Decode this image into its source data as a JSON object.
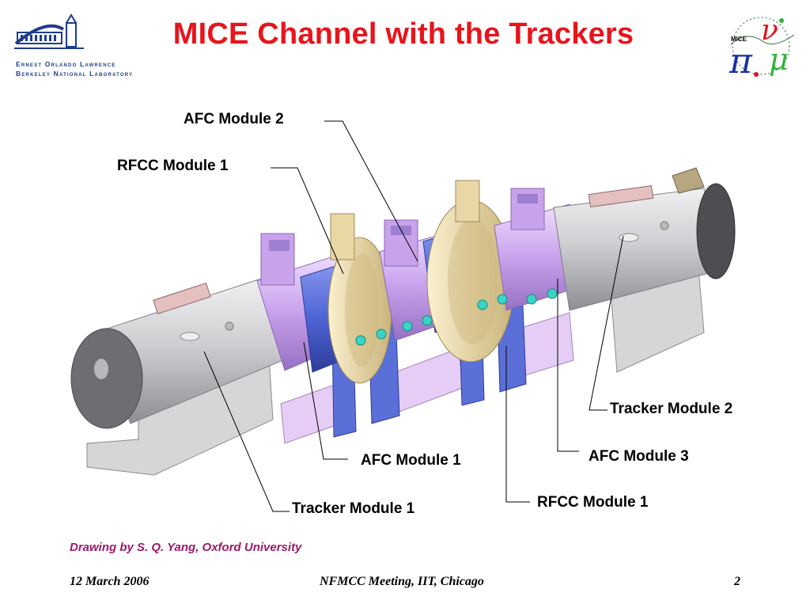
{
  "slide": {
    "title": "MICE Channel with the Trackers",
    "page_number": "2"
  },
  "logos": {
    "lbnl": {
      "icon": "lbnl-building-icon",
      "line1": "Ernest Orlando Lawrence",
      "line2": "Berkeley National Laboratory"
    },
    "mice": {
      "icon": "mice-collaboration-logo",
      "word": "MICE"
    }
  },
  "diagram": {
    "labels": {
      "afc2": "AFC Module 2",
      "rfcc1_top": "RFCC Module 1",
      "tracker2": "Tracker Module 2",
      "afc3": "AFC Module 3",
      "afc1": "AFC Module 1",
      "rfcc1_bottom": "RFCC Module 1",
      "tracker1": "Tracker Module 1"
    },
    "colors": {
      "tracker": "#c8c8cc",
      "rfcc": "#c9a2ec",
      "afc_ring": "#e9d7a6",
      "coupling_coil": "#4f66d6",
      "stand": "#d6d6d8"
    }
  },
  "credit": "Drawing by S. Q. Yang, Oxford University",
  "footer": {
    "date": "12 March 2006",
    "meeting": "NFMCC Meeting, IIT, Chicago",
    "page": "2"
  }
}
